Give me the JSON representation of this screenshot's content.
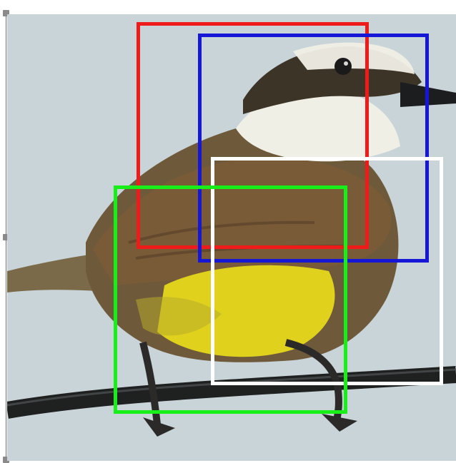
{
  "image": {
    "subject": "bird",
    "background_color": "#c7d3d8"
  },
  "bounding_boxes": [
    {
      "name": "red",
      "color": "#ef1b1b"
    },
    {
      "name": "blue",
      "color": "#1616d6"
    },
    {
      "name": "white",
      "color": "#ffffff"
    },
    {
      "name": "green",
      "color": "#18ef18"
    }
  ],
  "icons": {
    "handles": [
      "resize-handle-icon",
      "resize-handle-icon",
      "resize-handle-icon"
    ]
  }
}
